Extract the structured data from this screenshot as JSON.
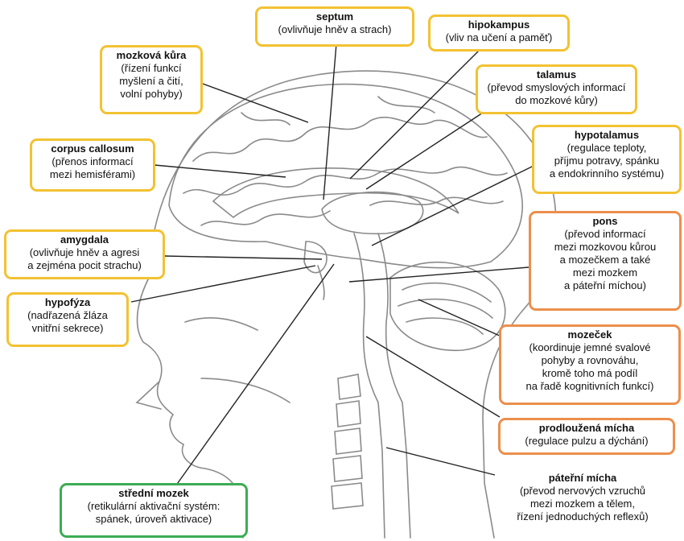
{
  "labels": {
    "septum": {
      "title": "septum",
      "desc": "(ovlivňuje hněv a strach)"
    },
    "hipokampus": {
      "title": "hipokampus",
      "desc": "(vliv na učení a paměť)"
    },
    "mozkova_kura": {
      "title": "mozková kůra",
      "desc": [
        "(řízení funkcí",
        "myšlení a čití,",
        "volní pohyby)"
      ]
    },
    "talamus": {
      "title": "talamus",
      "desc": [
        "(převod smyslových informací",
        "do mozkové kůry)"
      ]
    },
    "corpus_callosum": {
      "title": "corpus callosum",
      "desc": [
        "(přenos informací",
        "mezi hemisférami)"
      ]
    },
    "hypotalamus": {
      "title": "hypotalamus",
      "desc": [
        "(regulace teploty,",
        "příjmu potravy, spánku",
        "a endokrinního systému)"
      ]
    },
    "amygdala": {
      "title": "amygdala",
      "desc": [
        "(ovlivňuje hněv a agresi",
        "a zejména pocit strachu)"
      ]
    },
    "pons": {
      "title": "pons",
      "desc": [
        "(převod informací",
        "mezi mozkovou kůrou",
        "a mozečkem a také",
        "mezi mozkem",
        "a páteřní míchou)"
      ]
    },
    "hypofyza": {
      "title": "hypofýza",
      "desc": [
        "(nadřazená žláza",
        "vnitřní sekrece)"
      ]
    },
    "mozecek": {
      "title": "mozeček",
      "desc": [
        "(koordinuje jemné svalové",
        "pohyby a rovnováhu,",
        "kromě toho má podíl",
        "na řadě kognitivních funkcí)"
      ]
    },
    "prodlouzena_micha": {
      "title": "prodloužená mícha",
      "desc": "(regulace pulzu a dýchání)"
    },
    "stredni_mozek": {
      "title": "střední mozek",
      "desc": [
        "(retikulární aktivační systém:",
        "spánek, úroveň aktivace)"
      ]
    },
    "paterni_micha": {
      "title": "páteřní mícha",
      "desc": [
        "(převod nervových vzruchů",
        "mezi mozkem a tělem,",
        "řízení jednoduchých reflexů)"
      ]
    }
  },
  "colors": {
    "limbic_border": "#f2c232",
    "hindbrain_border": "#ec8f4c",
    "midbrain_border": "#3dac54",
    "line": "#222222",
    "sketch": "#8a8a8a"
  }
}
